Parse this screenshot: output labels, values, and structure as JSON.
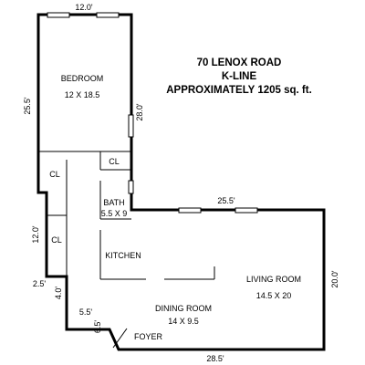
{
  "title": {
    "line1": "70 LENOX ROAD",
    "line2": "K-LINE",
    "line3": "APPROXIMATELY 1205 sq. ft."
  },
  "rooms": {
    "bedroom": {
      "name": "BEDROOM",
      "size": "12 X 18.5"
    },
    "closet_upper": {
      "name": "CL"
    },
    "closet_small": {
      "name": "CL"
    },
    "closet_lower": {
      "name": "CL"
    },
    "bath": {
      "name": "BATH",
      "size": "5.5 X 9"
    },
    "kitchen": {
      "name": "KITCHEN"
    },
    "living_room": {
      "name": "LIVING ROOM",
      "size": "14.5 X 20"
    },
    "dining_room": {
      "name": "DINING ROOM",
      "size": "14 X 9.5"
    },
    "foyer": {
      "name": "FOYER"
    }
  },
  "dimensions": {
    "top_width": "12.0'",
    "left_upper": "25.5'",
    "bedroom_right": "28.0'",
    "living_top": "25.5'",
    "left_lower": "12.0'",
    "step_width": "2.5'",
    "step_height": "4.0'",
    "foyer_width": "5.5'",
    "foyer_height": "6.5'",
    "right_height": "20.0'",
    "bottom_width": "28.5'"
  }
}
